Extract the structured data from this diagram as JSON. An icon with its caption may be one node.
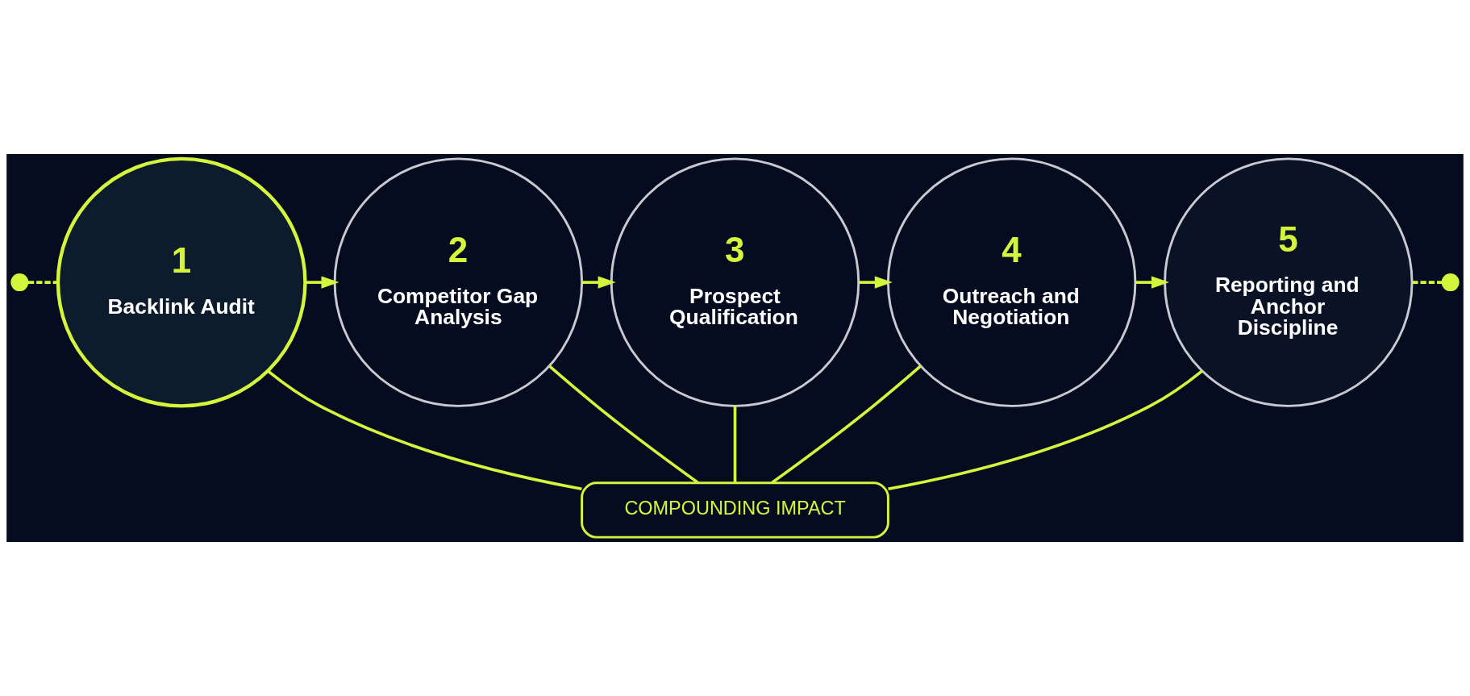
{
  "diagram": {
    "nodes": [
      {
        "text": [],
        "shape": "circle"
      },
      {
        "text": [
          "1",
          "Backlink Audit"
        ]
      },
      {
        "text": [
          "2",
          "Competitor Gap Analysis"
        ]
      },
      {
        "text": [
          "3",
          "Prospect Qualification"
        ]
      },
      {
        "text": [
          "4",
          "Outreach and Negotiation"
        ]
      },
      {
        "text": [
          "5",
          "Reporting and Anchor Discipline"
        ]
      },
      {
        "text": [],
        "shape": "circle"
      },
      {
        "text": [
          "COMPOUNDING IMPACT"
        ]
      }
    ],
    "edges": [
      {
        "from": 0,
        "to": 1,
        "arrow": "none",
        "style": "dashed"
      },
      {
        "from": 1,
        "to": 2,
        "arrow": "to"
      },
      {
        "from": 2,
        "to": 3,
        "arrow": "to"
      },
      {
        "from": 3,
        "to": 4,
        "arrow": "to"
      },
      {
        "from": 4,
        "to": 5,
        "arrow": "to"
      },
      {
        "from": 5,
        "to": 6,
        "arrow": "none",
        "style": "dashed"
      },
      {
        "from": 1,
        "to": 7,
        "arrow": "none"
      },
      {
        "from": 2,
        "to": 7,
        "arrow": "none"
      },
      {
        "from": 3,
        "to": 7,
        "arrow": "none"
      },
      {
        "from": 4,
        "to": 7,
        "arrow": "none"
      },
      {
        "from": 5,
        "to": 7,
        "arrow": "none"
      }
    ]
  }
}
